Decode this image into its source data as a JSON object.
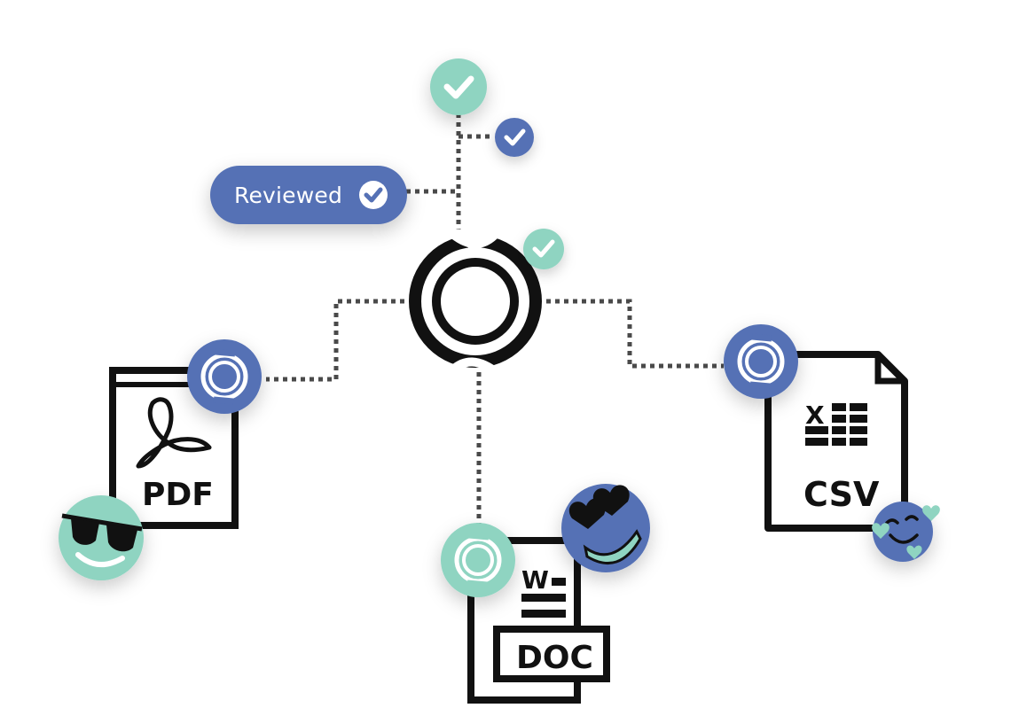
{
  "diagram": {
    "badge": {
      "label": "Reviewed"
    },
    "files": [
      {
        "type_label": "PDF"
      },
      {
        "type_label": "CSV",
        "sheet_glyph": "X"
      },
      {
        "type_label": "DOC",
        "word_glyph": "W"
      }
    ]
  },
  "colors": {
    "blue": "#5571b5",
    "mint": "#8fd4c1",
    "ink": "#111111",
    "connector": "#4a4a4a"
  },
  "icons": {
    "hub": "sync-ring-icon",
    "node": "sync-ring-icon",
    "check": "check-circle-icon",
    "emoji": [
      "sunglasses-emoji-icon",
      "heart-eyes-emoji-icon",
      "smiling-hearts-emoji-icon"
    ]
  }
}
